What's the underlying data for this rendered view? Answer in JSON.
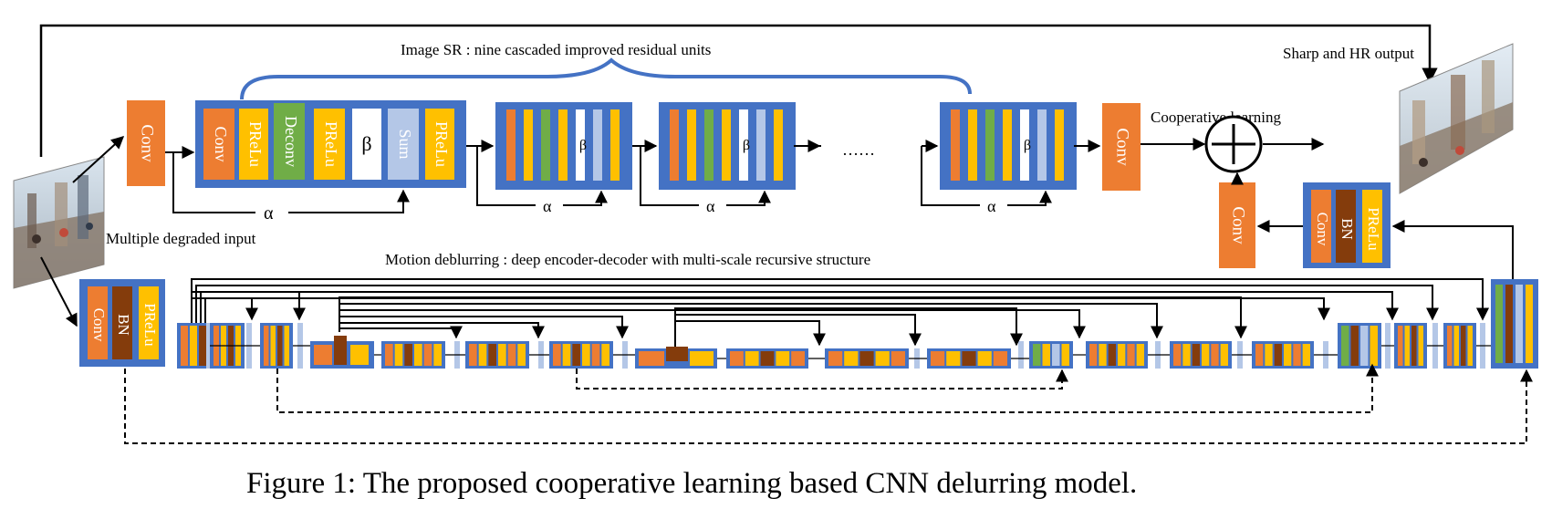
{
  "labels": {
    "sr_title": "Image SR : nine cascaded improved residual units",
    "output_label": "Sharp and HR output",
    "coop_label": "Cooperative learning",
    "input_label": "Multiple degraded input",
    "deblur_title": "Motion deblurring : deep encoder-decoder with multi-scale recursive structure",
    "caption": "Figure 1: The proposed cooperative learning based CNN delurring model.",
    "conv": "Conv",
    "prelu": "PReLu",
    "deconv": "Deconv",
    "bn": "BN",
    "sum": "Sum",
    "alpha": "α",
    "beta": "β",
    "ellipsis": "……",
    "plus": "+"
  },
  "colors": {
    "unit_bg": "#4472c4",
    "conv": "#ed7d31",
    "prelu": "#ffc000",
    "deconv": "#70ad47",
    "bn": "#843c0c",
    "sum": "#b4c7e7",
    "beta": "#ffffff",
    "line": "#000000"
  },
  "icons": {
    "input_image": "street-scene-photo",
    "output_image": "street-scene-photo"
  }
}
